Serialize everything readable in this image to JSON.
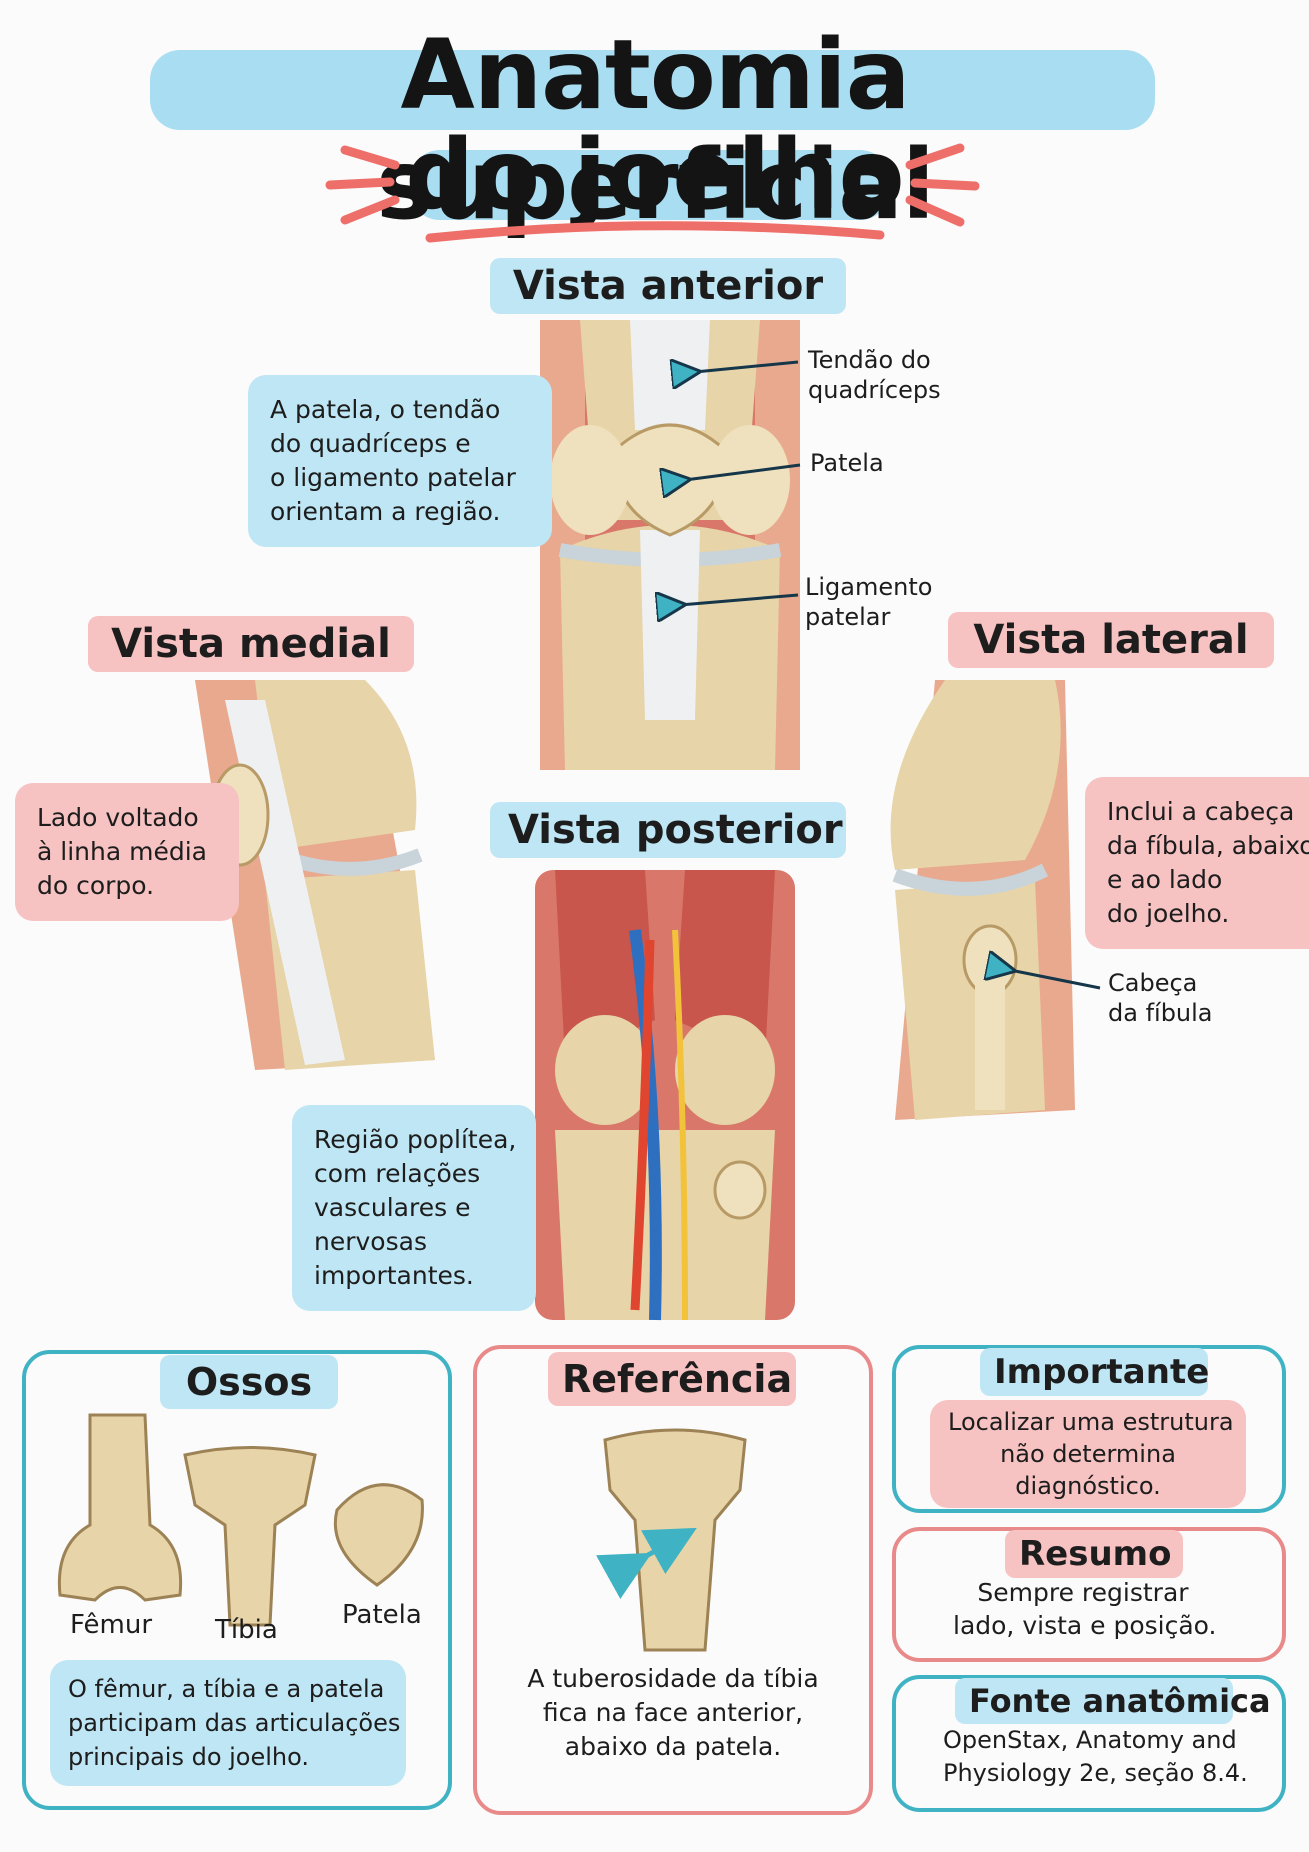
{
  "title": {
    "line1": "Anatomia superficial",
    "line2": "do joelho"
  },
  "anterior": {
    "heading": "Vista anterior",
    "note": [
      "A patela, o tendão",
      "do quadríceps e",
      "o ligamento patelar",
      "orientam a região."
    ],
    "labels": {
      "tendon": [
        "Tendão do",
        "quadríceps"
      ],
      "patella": "Patela",
      "ligament": [
        "Ligamento",
        "patelar"
      ]
    }
  },
  "medial": {
    "heading": "Vista medial",
    "note": [
      "Lado voltado",
      "à linha média",
      "do corpo."
    ]
  },
  "lateral": {
    "heading": "Vista lateral",
    "note": [
      "Inclui a cabeça",
      "da fíbula, abaixo",
      "e ao lado",
      "do joelho."
    ],
    "label": [
      "Cabeça",
      "da fíbula"
    ]
  },
  "posterior": {
    "heading": "Vista posterior",
    "note": [
      "Região poplítea,",
      "com relações",
      "vasculares e",
      "nervosas",
      "importantes."
    ]
  },
  "ossos": {
    "heading": "Ossos",
    "labels": {
      "femur": "Fêmur",
      "tibia": "Tíbia",
      "patela": "Patela"
    },
    "note": [
      "O fêmur, a tíbia e a patela",
      "participam das articulações",
      "principais do joelho."
    ]
  },
  "referencia": {
    "heading": "Referência",
    "note": [
      "A tuberosidade da tíbia",
      "fica na face anterior,",
      "abaixo da patela."
    ]
  },
  "importante": {
    "heading": "Importante",
    "note": [
      "Localizar uma estrutura",
      "não determina",
      "diagnóstico."
    ]
  },
  "resumo": {
    "heading": "Resumo",
    "note": [
      "Sempre registrar",
      "lado, vista e posição."
    ]
  },
  "fonte": {
    "heading": "Fonte anatômica",
    "note": [
      "OpenStax, Anatomy and",
      "Physiology 2e, seção 8.4."
    ]
  },
  "colors": {
    "blue": "#bfe6f4",
    "pink": "#f7c2c2",
    "teal_border": "#3fb3c4",
    "red_border": "#e98a8a",
    "bone": "#e7d4a8",
    "muscle": "#d9786a",
    "arrow": "#16364a"
  }
}
